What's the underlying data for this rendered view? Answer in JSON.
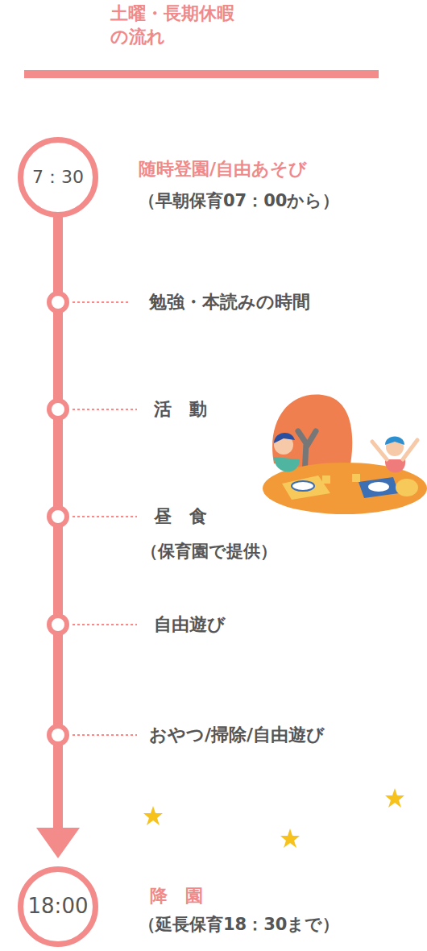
{
  "diagram": {
    "title": "土曜・長期休暇 の流れ",
    "nodes": [
      {
        "text": [
          "7：30",
          "随時登園/自由あそび",
          "（早朝保育07：00から）"
        ]
      },
      {
        "text": [
          "勉強・本読みの時間"
        ]
      },
      {
        "text": [
          "活　動"
        ]
      },
      {
        "text": [
          "昼　食",
          "（保育園で提供）"
        ]
      },
      {
        "text": [
          "自由遊び"
        ]
      },
      {
        "text": [
          "おやつ/掃除/自由遊び"
        ]
      },
      {
        "text": [
          "18:00",
          "降　園",
          "（延長保育18：30まで）"
        ]
      }
    ],
    "edges": [
      {
        "from": 0,
        "to": 1,
        "arrow": "none"
      },
      {
        "from": 1,
        "to": 2,
        "arrow": "none"
      },
      {
        "from": 2,
        "to": 3,
        "arrow": "none"
      },
      {
        "from": 3,
        "to": 4,
        "arrow": "none"
      },
      {
        "from": 4,
        "to": 5,
        "arrow": "none"
      },
      {
        "from": 5,
        "to": 6,
        "arrow": "to"
      }
    ]
  }
}
